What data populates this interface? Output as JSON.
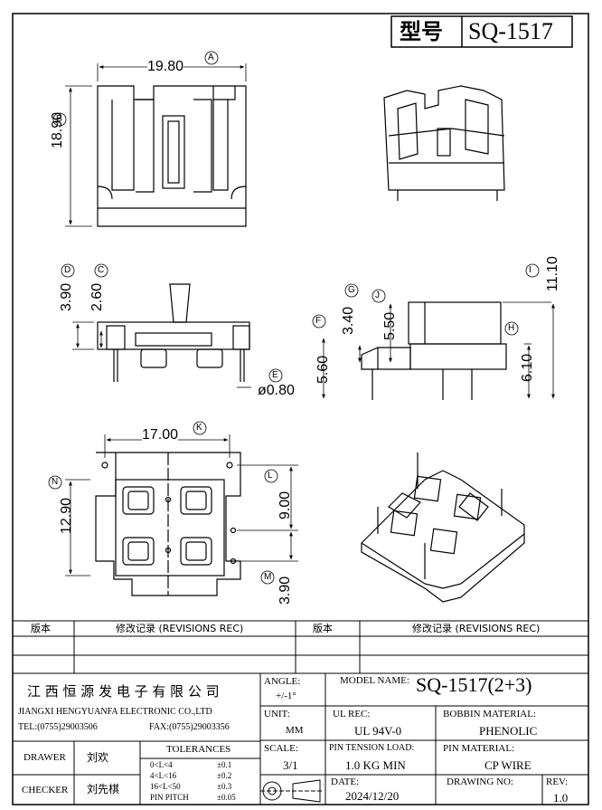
{
  "header": {
    "type_label": "型号",
    "model": "SQ-1517"
  },
  "dimensions": {
    "A": {
      "letter": "A",
      "value": "19.80"
    },
    "B": {
      "letter": "B",
      "value": "18.90"
    },
    "C": {
      "letter": "C",
      "value": "2.60"
    },
    "D": {
      "letter": "D",
      "value": "3.90"
    },
    "E": {
      "letter": "E",
      "value": "ø0.80"
    },
    "F": {
      "letter": "F",
      "value": "5.60"
    },
    "G": {
      "letter": "G",
      "value": "3.40"
    },
    "H": {
      "letter": "H",
      "value": "6.10"
    },
    "I": {
      "letter": "I",
      "value": "11.10"
    },
    "J": {
      "letter": "J",
      "value": "5.50"
    },
    "K": {
      "letter": "K",
      "value": "17.00"
    },
    "L": {
      "letter": "L",
      "value": "9.00"
    },
    "M": {
      "letter": "M",
      "value": "3.90"
    },
    "N": {
      "letter": "N",
      "value": "12.90"
    }
  },
  "revisions": {
    "col1": "版本",
    "col2": "修改记录 (REVISIONS REC)",
    "col3": "版本",
    "col4": "修改记录 (REVISIONS REC)"
  },
  "company": {
    "name_cn": "江 西 恒 源 发 电 子 有 限 公 司",
    "name_en": "JIANGXI HENGYUANFA ELECTRONIC CO.,LTD",
    "tel": "TEL:(0755)29003506",
    "fax": "FAX:(0755)29003356"
  },
  "title_block": {
    "angle_label": "ANGLE:",
    "angle_value": "+/-1°",
    "model_name_label": "MODEL NAME:",
    "model_name_value": "SQ-1517(2+3)",
    "unit_label": "UNIT:",
    "unit_value": "MM",
    "ul_rec_label": "UL REC:",
    "ul_rec_value": "UL 94V-0",
    "bobbin_label": "BOBBIN MATERIAL:",
    "bobbin_value": "PHENOLIC",
    "scale_label": "SCALE:",
    "scale_value": "3/1",
    "pin_tension_label": "PIN TENSION LOAD:",
    "pin_tension_value": "1.0 KG MIN",
    "pin_material_label": "PIN MATERIAL:",
    "pin_material_value": "CP WIRE",
    "drawer_label": "DRAWER",
    "drawer_value": "刘欢",
    "checker_label": "CHECKER",
    "checker_value": "刘先棋",
    "tolerances_label": "TOLERANCES",
    "tol_rows": [
      {
        "range": "0<L<4",
        "value": "±0.1"
      },
      {
        "range": "4<L<16",
        "value": "±0.2"
      },
      {
        "range": "16<L<50",
        "value": "±0.3"
      },
      {
        "range": "PIN PITCH",
        "value": "±0.05"
      }
    ],
    "date_label": "DATE:",
    "date_value": "2024/12/20",
    "drawing_no_label": "DRAWING NO:",
    "rev_label": "REV:",
    "rev_value": "1.0"
  }
}
